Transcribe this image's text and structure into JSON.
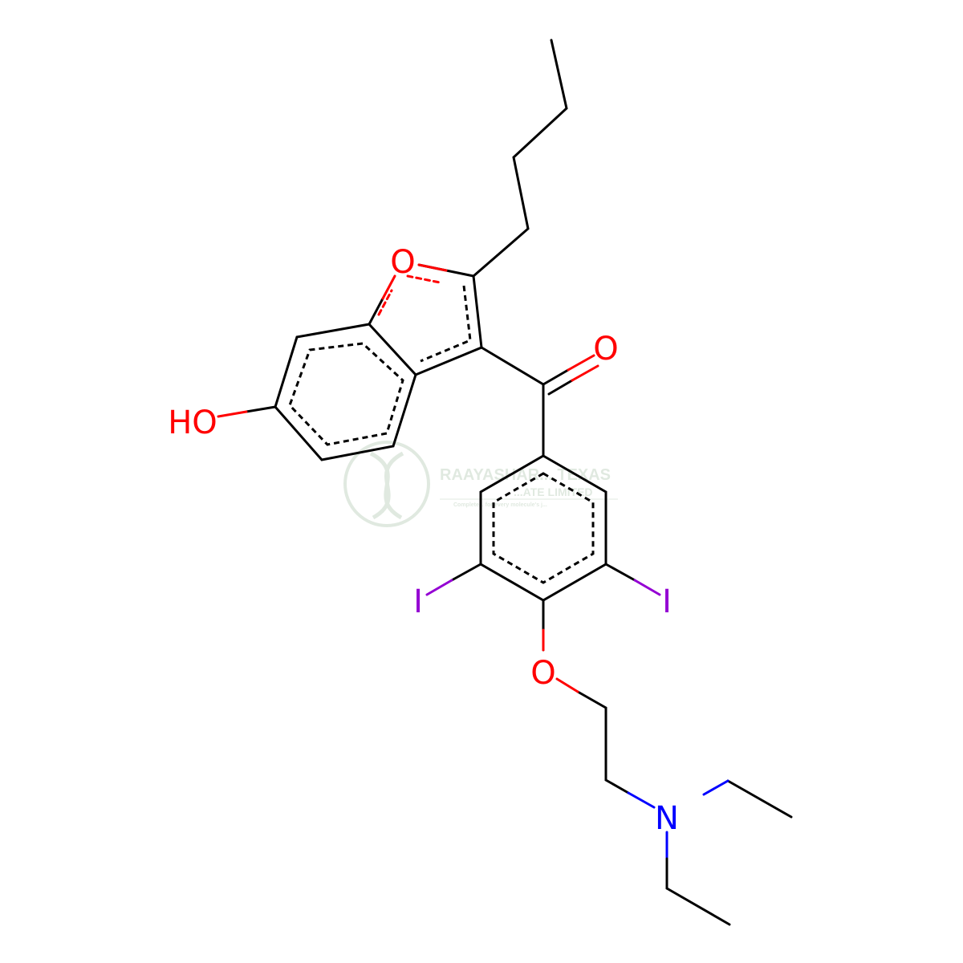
{
  "molecule": {
    "atoms": {
      "hydroxyl": "HO",
      "furan_oxygen": "O",
      "carbonyl_oxygen": "O",
      "ether_oxygen": "O",
      "iodine_left": "I",
      "iodine_right": "I",
      "amine_nitrogen": "N"
    },
    "colors": {
      "bond": "#000000",
      "oxygen": "#ff0000",
      "nitrogen": "#0000ff",
      "iodine": "#9400d3"
    }
  },
  "watermark": {
    "line1": "RAAYASHAR... TEXAS",
    "line2": "...ATE LIMITED",
    "tagline": "Complete... for every molecule's j...",
    "color": "#c8d8c8"
  }
}
